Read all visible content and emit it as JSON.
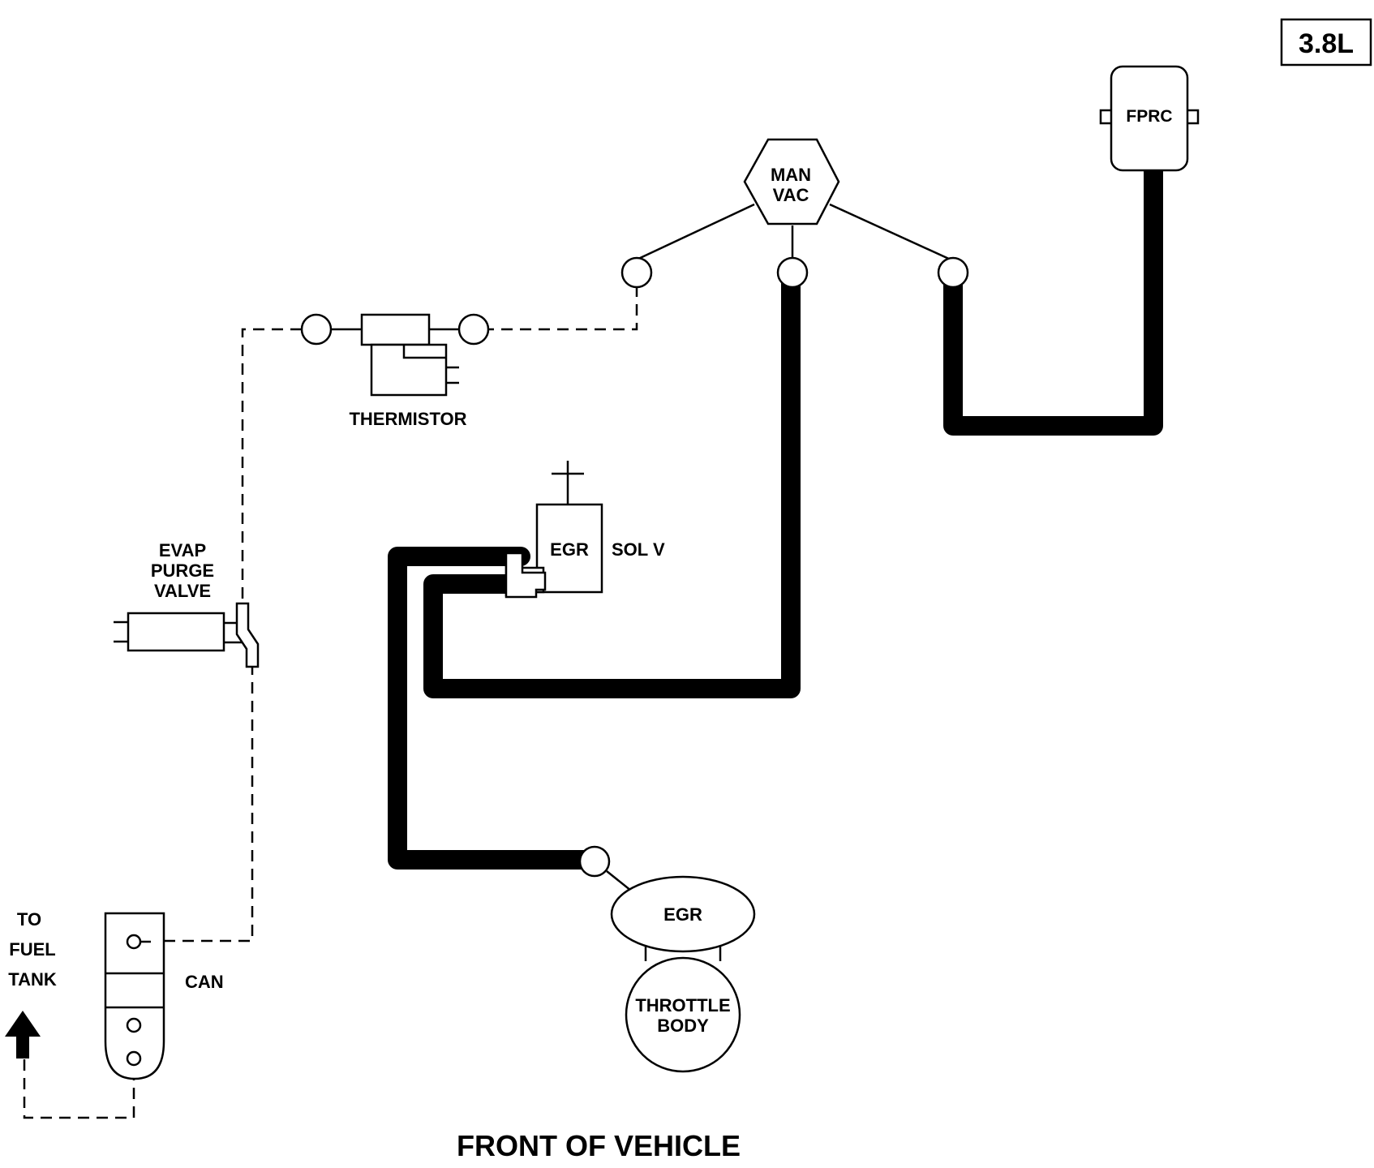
{
  "engine_badge": "3.8L",
  "components": {
    "fprc": "FPRC",
    "man_vac_line1": "MAN",
    "man_vac_line2": "VAC",
    "thermistor": "THERMISTOR",
    "evap_line1": "EVAP",
    "evap_line2": "PURGE",
    "evap_line3": "VALVE",
    "egr_sol_box": "EGR",
    "egr_sol_side": "SOL V",
    "egr_valve": "EGR",
    "throttle_line1": "THROTTLE",
    "throttle_line2": "BODY",
    "canister": "CAN",
    "fuel_tank_line1": "TO",
    "fuel_tank_line2": "FUEL",
    "fuel_tank_line3": "TANK"
  },
  "footer": "FRONT OF VEHICLE"
}
